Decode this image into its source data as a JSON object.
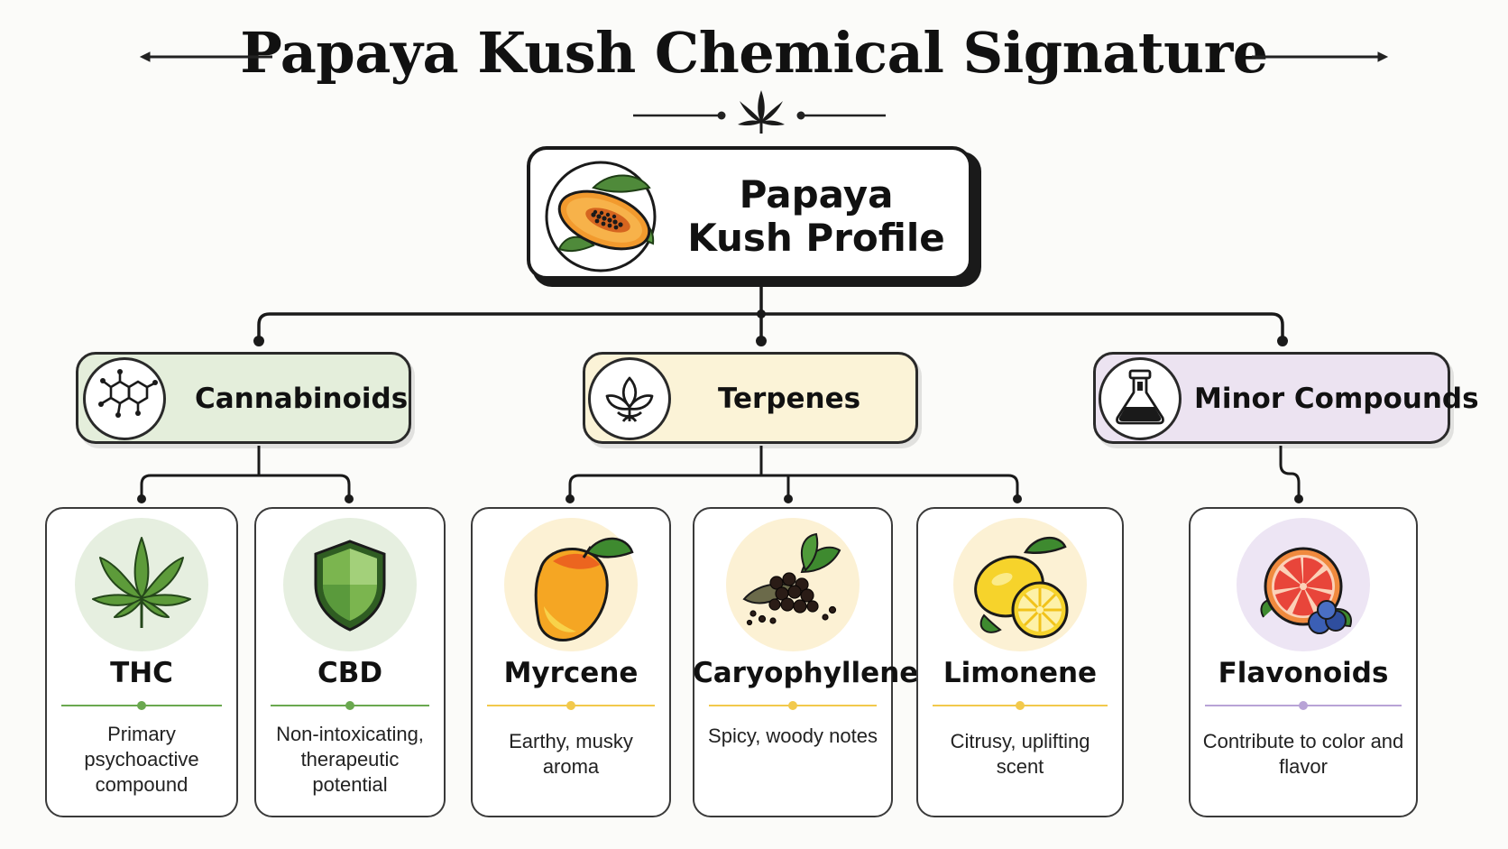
{
  "title": "Papaya Kush Chemical Signature",
  "root": {
    "label": "Papaya Kush Profile",
    "icon": "papaya-icon"
  },
  "categories": [
    {
      "label": "Cannabinoids",
      "icon": "molecule-icon",
      "color": "#e4eedb"
    },
    {
      "label": "Terpenes",
      "icon": "lotus-leaf-icon",
      "color": "#fbf3d7"
    },
    {
      "label": "Minor Compounds",
      "icon": "flask-icon",
      "color": "#ece3f1"
    }
  ],
  "leaves": [
    {
      "name": "THC",
      "description": "Primary psychoactive compound",
      "icon": "cannabis-leaf-icon",
      "accent": "#6aa84f",
      "circle": "#e6efe0"
    },
    {
      "name": "CBD",
      "description": "Non-intoxicating, therapeutic potential",
      "icon": "shield-icon",
      "accent": "#6aa84f",
      "circle": "#e6efe0"
    },
    {
      "name": "Myrcene",
      "description": "Earthy, musky aroma",
      "icon": "mango-icon",
      "accent": "#f2c94c",
      "circle": "#fcf1d4"
    },
    {
      "name": "Caryophyllene",
      "description": "Spicy, woody notes",
      "icon": "peppercorn-icon",
      "accent": "#f2c94c",
      "circle": "#fcf1d4"
    },
    {
      "name": "Limonene",
      "description": "Citrusy, uplifting scent",
      "icon": "lemon-icon",
      "accent": "#f2c94c",
      "circle": "#fcf1d4"
    },
    {
      "name": "Flavonoids",
      "description": "Contribute to color and flavor",
      "icon": "grapefruit-icon",
      "accent": "#b8a3d6",
      "circle": "#ede5f4"
    }
  ]
}
